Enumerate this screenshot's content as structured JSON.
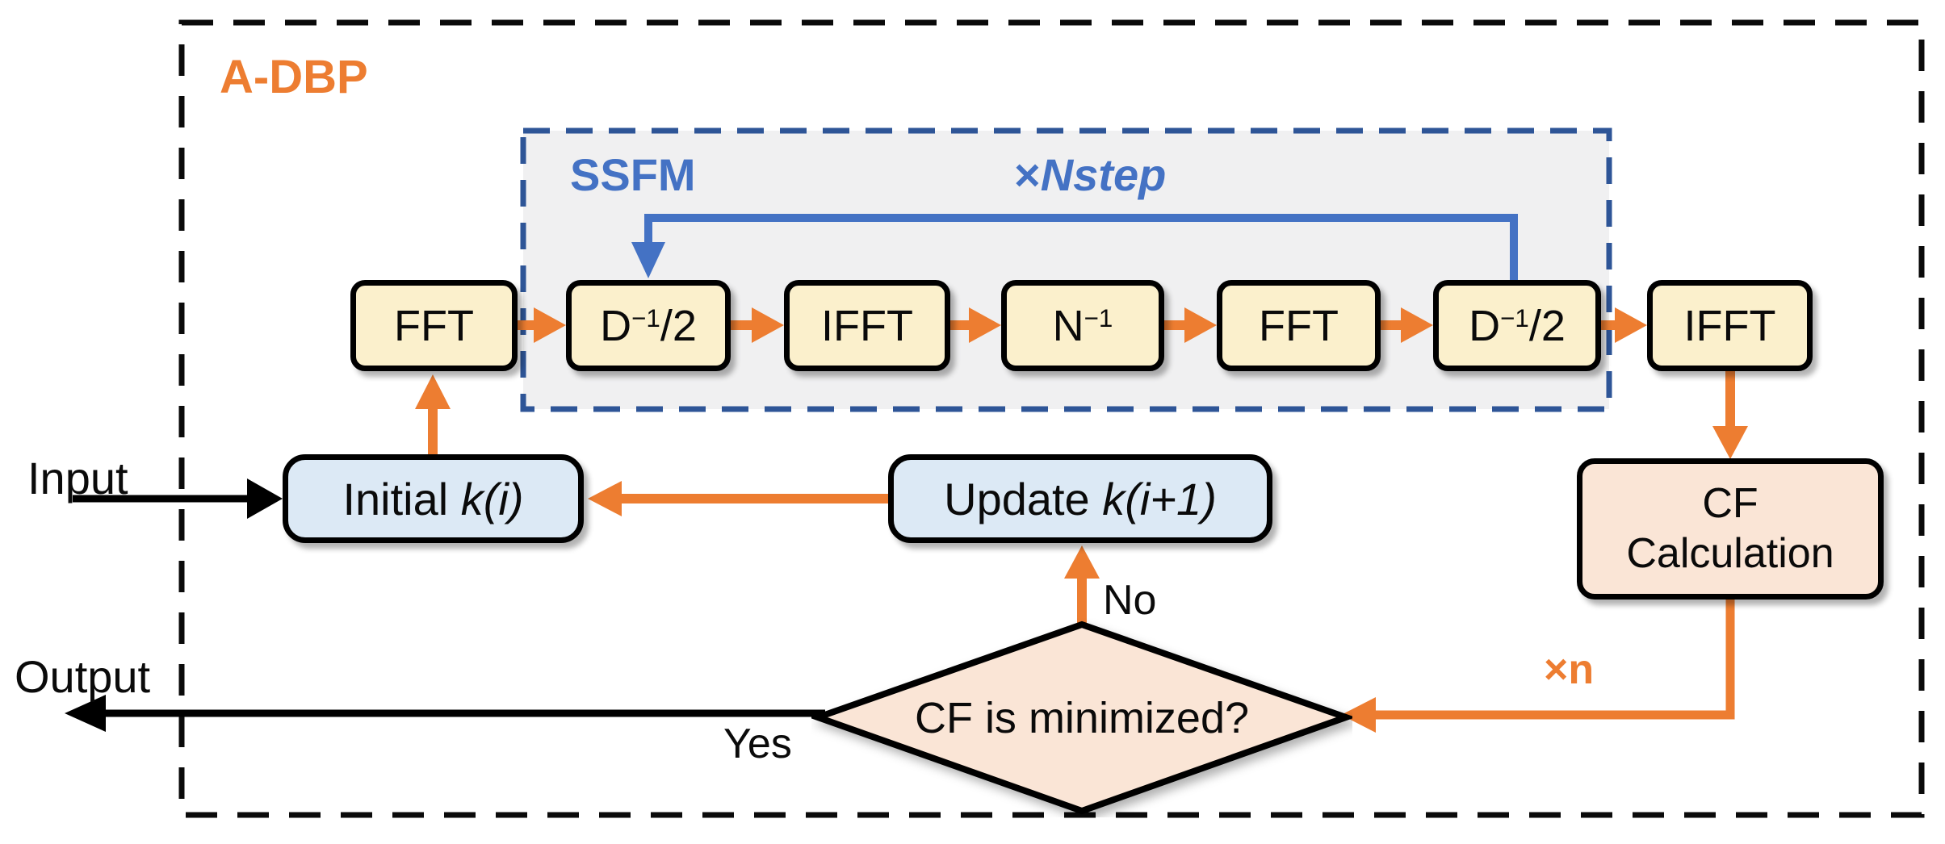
{
  "title": "A-DBP algorithm flowchart",
  "colors": {
    "accent_orange": "#ED7D31",
    "accent_blue": "#4472C4",
    "dashed_blue_border": "#2E5597",
    "process_box_fill": "#FBF0CC",
    "variable_box_fill": "#DCE9F5",
    "result_fill": "#FAE5D6",
    "ssfm_region_fill": "#F0F0F1",
    "outline_black": "#000000"
  },
  "outer": {
    "label": "A-DBP"
  },
  "ssfm": {
    "label": "SSFM",
    "mult_sign": "×",
    "mult_name": "Nstep"
  },
  "pipeline": [
    {
      "base": "FFT",
      "sup": "",
      "suffix": ""
    },
    {
      "base": "D",
      "sup": "−1",
      "suffix": "/2"
    },
    {
      "base": "IFFT",
      "sup": "",
      "suffix": ""
    },
    {
      "base": "N",
      "sup": "−1",
      "suffix": ""
    },
    {
      "base": "FFT",
      "sup": "",
      "suffix": ""
    },
    {
      "base": "D",
      "sup": "−1",
      "suffix": "/2"
    },
    {
      "base": "IFFT",
      "sup": "",
      "suffix": ""
    }
  ],
  "nodes": {
    "initial": {
      "prefix": "Initial ",
      "math": "k(i)"
    },
    "update": {
      "prefix": "Update ",
      "math": "k(i+1)"
    },
    "cf_calc": {
      "line1": "CF",
      "line2": "Calculation"
    },
    "decision": {
      "label": "CF is minimized?"
    }
  },
  "labels": {
    "input": "Input",
    "output": "Output",
    "yes": "Yes",
    "no": "No",
    "times_n": "×n"
  }
}
